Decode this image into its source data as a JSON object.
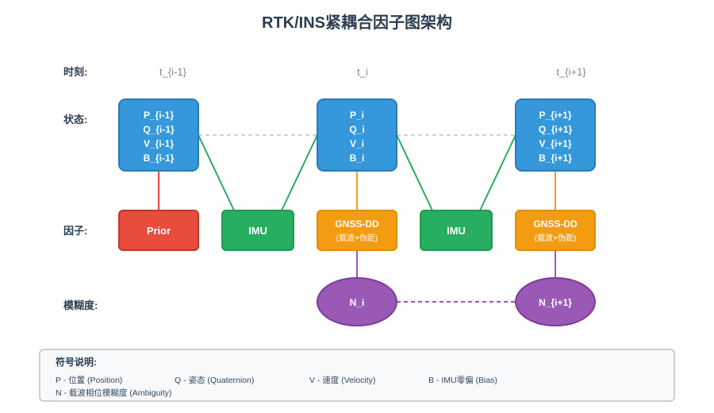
{
  "title": "RTK/INS紧耦合因子图架构",
  "row_labels": {
    "time": "时刻:",
    "state": "状态:",
    "factor": "因子:",
    "ambiguity": "模糊度:"
  },
  "times": [
    "t_{i-1}",
    "t_i",
    "t_{i+1}"
  ],
  "states": [
    {
      "lines": [
        "P_{i-1}",
        "Q_{i-1}",
        "V_{i-1}",
        "B_{i-1}"
      ]
    },
    {
      "lines": [
        "P_i",
        "Q_i",
        "V_i",
        "B_i"
      ]
    },
    {
      "lines": [
        "P_{i+1}",
        "Q_{i+1}",
        "V_{i+1}",
        "B_{i+1}"
      ]
    }
  ],
  "factors": {
    "prior": {
      "label": "Prior"
    },
    "imu_1": {
      "label": "IMU"
    },
    "gnss_1": {
      "label": "GNSS-DD",
      "sub": "(载波+伪距)"
    },
    "imu_2": {
      "label": "IMU"
    },
    "gnss_2": {
      "label": "GNSS-DD",
      "sub": "(载波+伪距)"
    }
  },
  "ambiguities": [
    "N_i",
    "N_{i+1}"
  ],
  "legend": {
    "title": "符号说明:",
    "items": [
      "P - 位置 (Position)",
      "Q - 姿态 (Quaternion)",
      "V - 速度 (Velocity)",
      "B - IMU零偏 (Bias)",
      "N - 载波相位模糊度 (Ambiguity)"
    ]
  },
  "colors": {
    "state": "#3498db",
    "state_border": "#2a7ab8",
    "prior": "#e74c3c",
    "imu": "#27ae60",
    "gnss": "#f39c12",
    "ambiguity": "#9b59b6",
    "dashed": "#bdc3c7"
  }
}
